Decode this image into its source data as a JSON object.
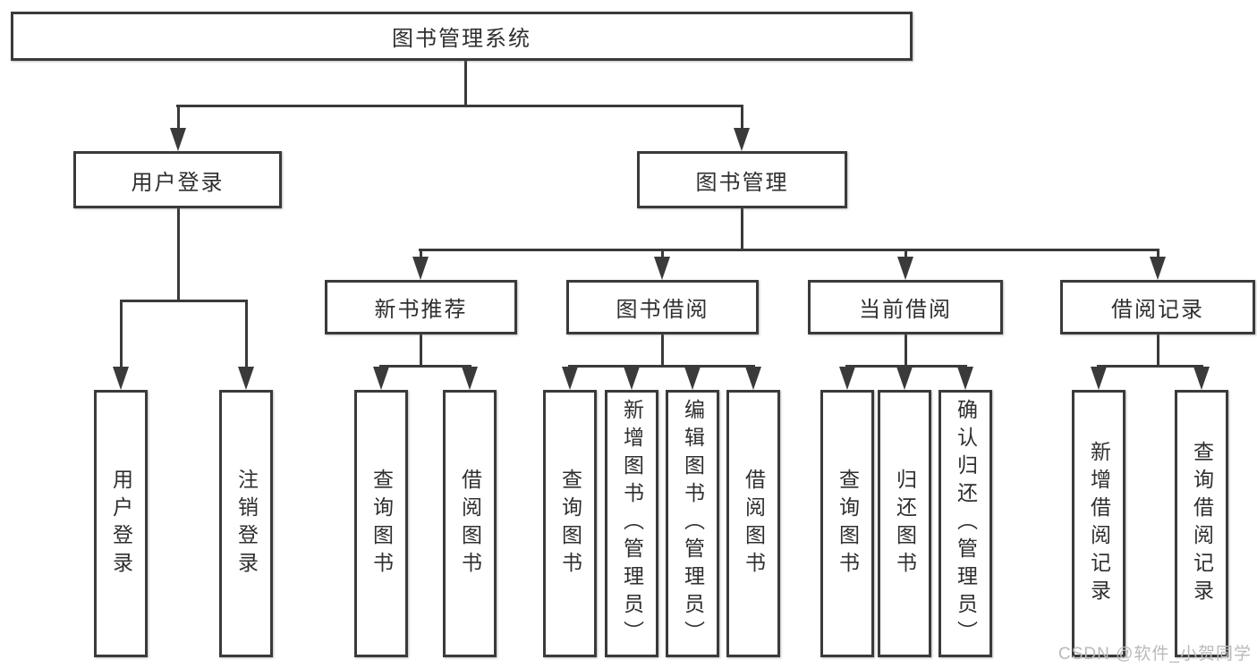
{
  "diagram": {
    "root": {
      "label": "图书管理系统"
    },
    "level2": [
      {
        "label": "用户登录"
      },
      {
        "label": "图书管理"
      }
    ],
    "level3": [
      {
        "label": "新书推荐",
        "parent": "图书管理"
      },
      {
        "label": "图书借阅",
        "parent": "图书管理"
      },
      {
        "label": "当前借阅",
        "parent": "图书管理"
      },
      {
        "label": "借阅记录",
        "parent": "图书管理"
      }
    ],
    "leaves": [
      {
        "label": "用户登录",
        "parent": "用户登录"
      },
      {
        "label": "注销登录",
        "parent": "用户登录"
      },
      {
        "label": "查询图书",
        "parent": "新书推荐"
      },
      {
        "label": "借阅图书",
        "parent": "新书推荐"
      },
      {
        "label": "查询图书",
        "parent": "图书借阅"
      },
      {
        "label": "新增图书（管理员）",
        "parent": "图书借阅"
      },
      {
        "label": "编辑图书（管理员）",
        "parent": "图书借阅"
      },
      {
        "label": "借阅图书",
        "parent": "图书借阅"
      },
      {
        "label": "查询图书",
        "parent": "当前借阅"
      },
      {
        "label": "归还图书",
        "parent": "当前借阅"
      },
      {
        "label": "确认归还（管理员）",
        "parent": "当前借阅"
      },
      {
        "label": "新增借阅记录",
        "parent": "借阅记录"
      },
      {
        "label": "查询借阅记录",
        "parent": "借阅记录"
      }
    ]
  },
  "watermark": {
    "text": "CSDN @软件_小贺同学"
  },
  "colors": {
    "line": "#3a3a3a",
    "text": "#2f2f2f",
    "watermark": "#bababa",
    "background": "#ffffff"
  }
}
